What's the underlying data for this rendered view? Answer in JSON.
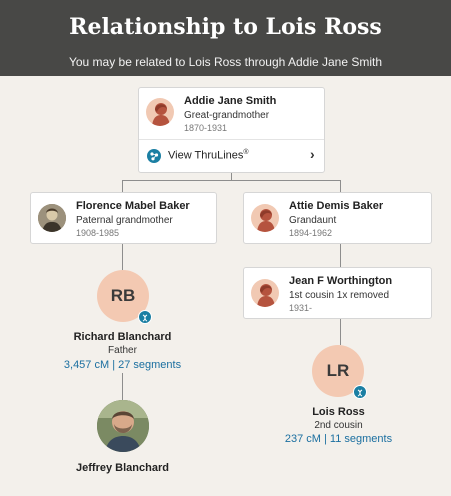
{
  "header": {
    "title": "Relationship to Lois Ross",
    "subtitle": "You may be related to Lois Ross through Addie Jane Smith"
  },
  "ancestor": {
    "name": "Addie Jane Smith",
    "relationship": "Great-grandmother",
    "dates": "1870-1931",
    "thrulines_label": "View ThruLines",
    "thrulines_mark": "®"
  },
  "left_branch": {
    "card": {
      "name": "Florence Mabel Baker",
      "relationship": "Paternal grandmother",
      "dates": "1908-1985"
    },
    "match": {
      "initials": "RB",
      "name": "Richard Blanchard",
      "relationship": "Father",
      "shared_dna": "3,457 cM | 27 segments"
    },
    "self": {
      "name": "Jeffrey Blanchard"
    }
  },
  "right_branch": {
    "card1": {
      "name": "Attie Demis Baker",
      "relationship": "Grandaunt",
      "dates": "1894-1962"
    },
    "card2": {
      "name": "Jean F Worthington",
      "relationship": "1st cousin 1x removed",
      "dates": "1931-"
    },
    "match": {
      "initials": "LR",
      "name": "Lois Ross",
      "relationship": "2nd cousin",
      "shared_dna": "237 cM | 11 segments"
    }
  },
  "icons": {
    "female_silhouette": "female-silhouette-icon",
    "thrulines": "thrulines-icon",
    "chevron": "chevron-right-icon",
    "dna": "dna-icon"
  },
  "colors": {
    "header_bg": "#484846",
    "page_bg": "#f3f0eb",
    "accent_blue": "#1b7fa3",
    "avatar_peach": "#f3c9b2",
    "silhouette": "#b5533e"
  }
}
